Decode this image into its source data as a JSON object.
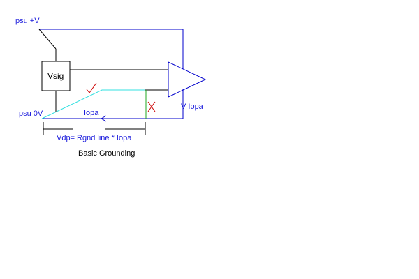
{
  "diagram": {
    "caption": "Basic Grounding",
    "labels": {
      "psu_pos": "psu +V",
      "psu_zero": "psu 0V",
      "source_box": "Vsig",
      "return_current": "Iopa",
      "opamp_supply": "V Iopa",
      "drop_formula": "Vdp= Rgnd line * Iopa"
    },
    "marks": {
      "correct_path": "check",
      "wrong_path": "cross"
    },
    "colors": {
      "wire": "#0000cc",
      "text": "#1a1adc",
      "box": "#000000",
      "good_path": "#33e0e0",
      "bad_path": "#22aa22",
      "check_mark": "#cc0000",
      "cross_mark": "#cc0000"
    }
  }
}
